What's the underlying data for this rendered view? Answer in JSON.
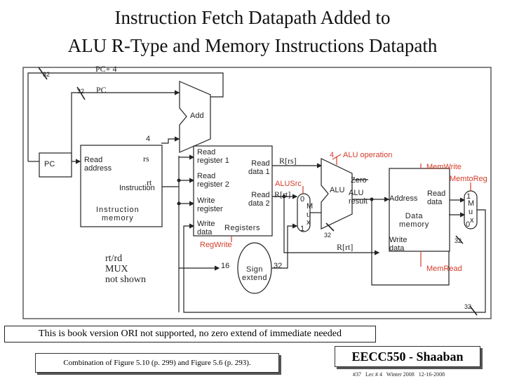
{
  "title": {
    "line1": "Instruction Fetch Datapath Added to",
    "line2": "ALU R-Type and Memory Instructions Datapath"
  },
  "diagram": {
    "bus_pc4": "32",
    "bus_pc": "32",
    "pc_plus4_label": "PC+ 4",
    "pc_bus_label": "PC",
    "add_label": "Add",
    "const4": "4",
    "pc_block": "PC",
    "imem": {
      "read_address_l1": "Read",
      "read_address_l2": "address",
      "instruction": "Instruction",
      "name_l1": "Instruction",
      "name_l2": "memory"
    },
    "rs": "rs",
    "rt": "rt",
    "regs": {
      "rr1_l1": "Read",
      "rr1_l2": "register 1",
      "rr2_l1": "Read",
      "rr2_l2": "register 2",
      "wr_l1": "Write",
      "wr_l2": "register",
      "wd_l1": "Write",
      "wd_l2": "data",
      "rd1_l1": "Read",
      "rd1_l2": "data 1",
      "rd2_l1": "Read",
      "rd2_l2": "data 2",
      "name": "Registers"
    },
    "r_rs": "R[rs]",
    "r_rt": "R[rt]",
    "r_rt_bottom": "R[rt]",
    "alu_op_num": "4",
    "alu_operation": "ALU operation",
    "alusrc": "ALUSrc",
    "mux1": {
      "zero": "0",
      "m": "M",
      "u": "u",
      "x": "x",
      "one": "1"
    },
    "alu": {
      "zero": "Zero",
      "alu_text": "ALU",
      "alu2": "ALU",
      "result": "result",
      "name": "ALU"
    },
    "bus_alu_out": "32",
    "bus_wd": "32",
    "dmem": {
      "address": "Address",
      "read_l1": "Read",
      "read_l2": "data",
      "name_l1": "Data",
      "name_l2": "memory",
      "write_l1": "Write",
      "write_l2": "data"
    },
    "memwrite": "MemWrite",
    "memtoreg": "MemtoReg",
    "mux2": {
      "one": "1",
      "m": "M",
      "u": "u",
      "x": "x",
      "zero": "0"
    },
    "memread": "MemRead",
    "regwrite": "RegWrite",
    "signext": {
      "in": "16",
      "out": "32",
      "l1": "Sign",
      "l2": "extend"
    },
    "bus_bottom": "32",
    "note_rtrd_l1": "rt/rd",
    "note_rtrd_l2": "MUX",
    "note_rtrd_l3": "not shown"
  },
  "footer": {
    "book_note": "This is book version ORI not supported, no zero extend of immediate needed",
    "combo": "Combination of Figure 5.10 (p. 299) and Figure 5.6 (p. 293).",
    "badge": "EECC550 - Shaaban",
    "meta": "#37   Lec # 4   Winter 2008   12-16-2008"
  }
}
